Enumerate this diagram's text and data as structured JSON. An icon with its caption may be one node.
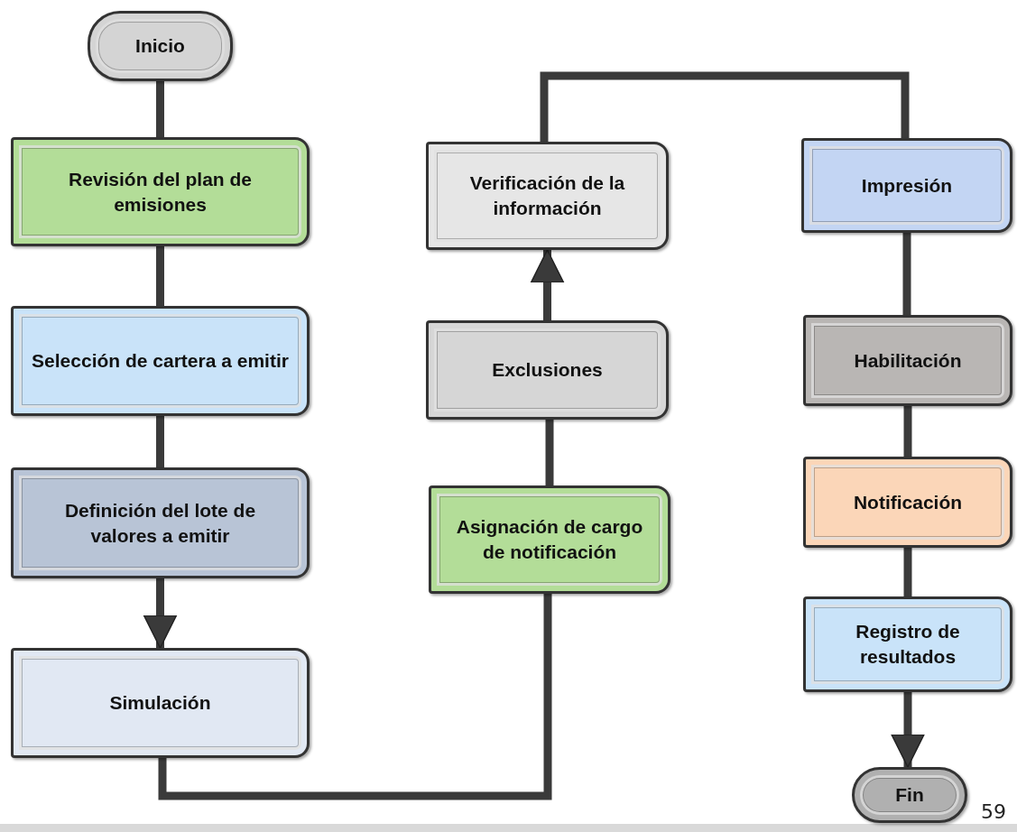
{
  "diagram": {
    "nodes": [
      {
        "text": [
          "Inicio"
        ]
      },
      {
        "text": [
          "Revisión del plan de emisiones"
        ]
      },
      {
        "text": [
          "Selección de cartera a emitir"
        ]
      },
      {
        "text": [
          "Definición del lote de valores a emitir"
        ]
      },
      {
        "text": [
          "Simulación"
        ]
      },
      {
        "text": [
          "Asignación de cargo de notificación"
        ]
      },
      {
        "text": [
          "Exclusiones"
        ]
      },
      {
        "text": [
          "Verificación de la información"
        ]
      },
      {
        "text": [
          "Impresión"
        ]
      },
      {
        "text": [
          "Habilitación"
        ]
      },
      {
        "text": [
          "Notificación"
        ]
      },
      {
        "text": [
          "Registro de resultados"
        ]
      },
      {
        "text": [
          "Fin"
        ]
      }
    ],
    "edges": [
      {
        "from": 0,
        "to": 1,
        "arrow": "none"
      },
      {
        "from": 1,
        "to": 2,
        "arrow": "none"
      },
      {
        "from": 2,
        "to": 3,
        "arrow": "none"
      },
      {
        "from": 3,
        "to": 4,
        "arrow": "to"
      },
      {
        "from": 4,
        "to": 5,
        "arrow": "none"
      },
      {
        "from": 5,
        "to": 6,
        "arrow": "none"
      },
      {
        "from": 6,
        "to": 7,
        "arrow": "to"
      },
      {
        "from": 7,
        "to": 8,
        "arrow": "none"
      },
      {
        "from": 8,
        "to": 9,
        "arrow": "none"
      },
      {
        "from": 9,
        "to": 10,
        "arrow": "none"
      },
      {
        "from": 10,
        "to": 11,
        "arrow": "none"
      },
      {
        "from": 11,
        "to": 12,
        "arrow": "to"
      }
    ],
    "labels": [
      "59"
    ]
  }
}
